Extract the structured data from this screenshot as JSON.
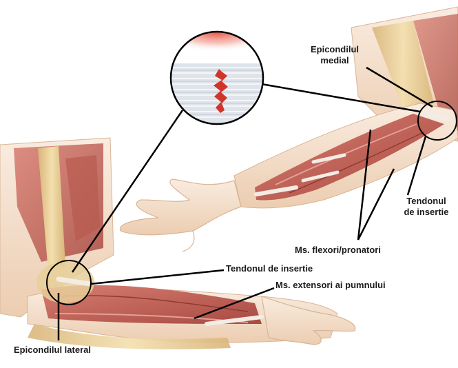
{
  "labels": {
    "epicondil_medial": [
      "Epicondilul",
      "medial"
    ],
    "tendon_right": [
      "Tendonul",
      "de insertie"
    ],
    "flexori": "Ms. flexori/pronatori",
    "tendon_insertie": "Tendonul de insertie",
    "extensori": "Ms. extensori ai pumnului",
    "epicondil_lateral": "Epicondilul lateral"
  },
  "colors": {
    "muscle": "#c9695e",
    "muscle_dark": "#a84a42",
    "muscle_light": "#e3a097",
    "skin": "#f7e6d4",
    "skin_edge": "#d9b597",
    "bone": "#e8cf9a",
    "tendon": "#f3ece4",
    "tear": "#d0352b",
    "line": "#000000"
  }
}
